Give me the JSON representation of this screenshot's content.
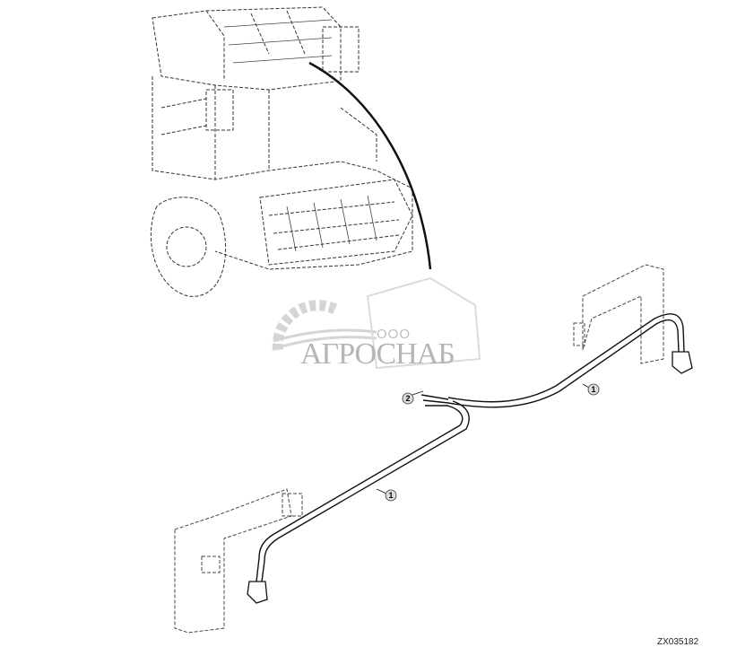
{
  "figure_id": "ZX035182",
  "callouts": [
    {
      "label": "1",
      "part": "harness-right-branch"
    },
    {
      "label": "1",
      "part": "harness-left-branch"
    },
    {
      "label": "2",
      "part": "harness-connector-end"
    }
  ],
  "watermark": {
    "prefix": "ООО",
    "name": "АГРОСНАБ"
  }
}
